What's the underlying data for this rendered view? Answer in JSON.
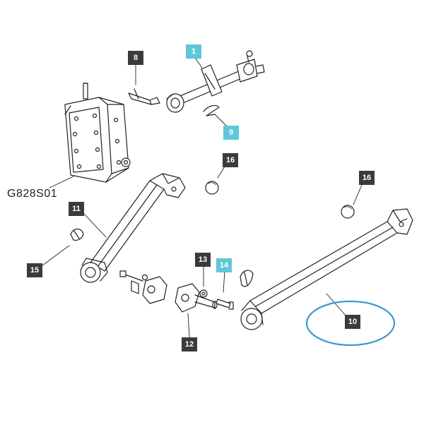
{
  "drawing_code": "G828S01",
  "callouts": {
    "c1": "1",
    "c8": "8",
    "c9": "9",
    "c16a": "16",
    "c16b": "16",
    "c11": "11",
    "c15": "15",
    "c13": "13",
    "c14": "14",
    "c12": "12",
    "c10": "10"
  },
  "colors": {
    "callout_dark": "#3b3b3b",
    "callout_highlight": "#5fc7d8",
    "highlight_ellipse": "#3a9ad0",
    "line": "#222222"
  }
}
